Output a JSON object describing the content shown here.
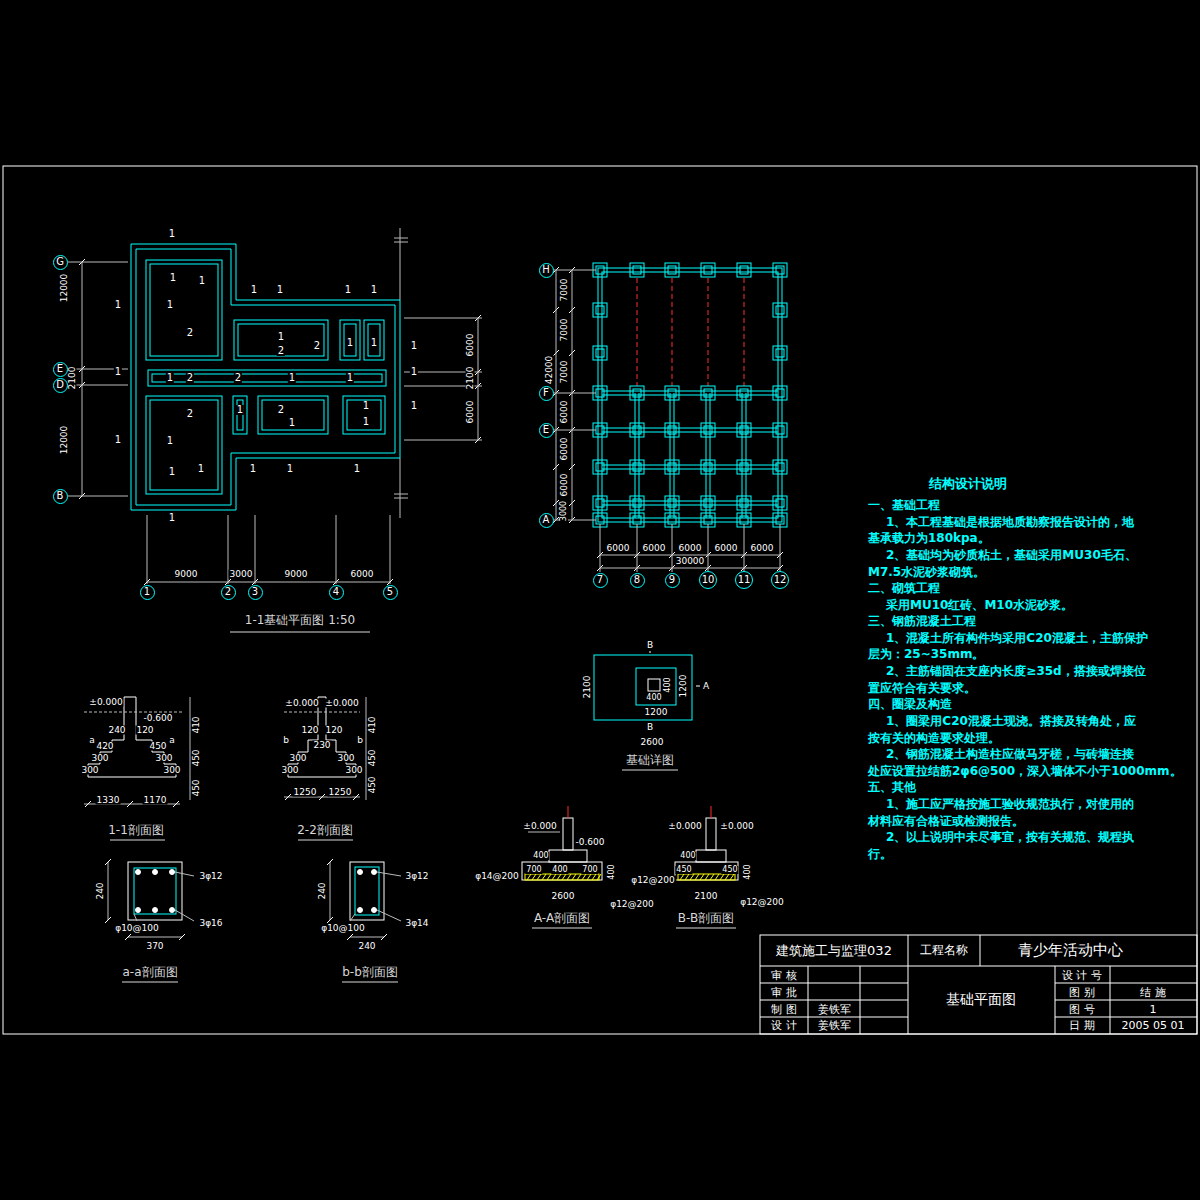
{
  "diagram": {
    "nodes": [
      {
        "text": [
          "G"
        ]
      },
      {
        "text": [
          "E"
        ]
      },
      {
        "text": [
          "D"
        ]
      },
      {
        "text": [
          "B"
        ]
      },
      {
        "text": [
          "1"
        ]
      },
      {
        "text": [
          "2"
        ]
      },
      {
        "text": [
          "3"
        ]
      },
      {
        "text": [
          "4"
        ]
      },
      {
        "text": [
          "5"
        ]
      },
      {
        "text": [
          "H"
        ]
      },
      {
        "text": [
          "F"
        ]
      },
      {
        "text": [
          "E"
        ]
      },
      {
        "text": [
          "A"
        ]
      },
      {
        "text": [
          "7"
        ]
      },
      {
        "text": [
          "8"
        ]
      },
      {
        "text": [
          "9"
        ]
      },
      {
        "text": [
          "10"
        ]
      },
      {
        "text": [
          "11"
        ]
      },
      {
        "text": [
          "12"
        ]
      }
    ],
    "labels": [
      "1",
      "1",
      "1",
      "1",
      "1",
      "1",
      "1",
      "1",
      "1",
      "1",
      "1",
      "1",
      "1",
      "1",
      "1",
      "2",
      "1",
      "2",
      "2",
      "1",
      "1",
      "1",
      "2",
      "2",
      "1",
      "1",
      "2",
      "1",
      "2",
      "1",
      "1",
      "1",
      "1",
      "1",
      "1",
      "1",
      "1",
      "1",
      "12000",
      "2100",
      "12000",
      "6000",
      "2100",
      "6000",
      "9000",
      "3000",
      "9000",
      "6000",
      "1-1基础平面图 1:50",
      "7000",
      "7000",
      "7000",
      "42000",
      "6000",
      "6000",
      "6000",
      "3000",
      "6000",
      "6000",
      "6000",
      "6000",
      "6000",
      "30000",
      "±0.000",
      "-0.600",
      "240",
      "120",
      "420",
      "450",
      "a",
      "a",
      "300",
      "300",
      "300",
      "300",
      "410",
      "450",
      "450",
      "1330",
      "1170",
      "1-1剖面图",
      "±0.000",
      "±0.000",
      "120",
      "120",
      "230",
      "b",
      "b",
      "300",
      "300",
      "300",
      "300",
      "410",
      "450",
      "450",
      "1250",
      "1250",
      "2-2剖面图",
      "3φ12",
      "3φ16",
      "φ10@100",
      "240",
      "370",
      "a-a剖面图",
      "3φ12",
      "3φ14",
      "φ10@100",
      "240",
      "240",
      "b-b剖面图",
      "B",
      "A",
      "B",
      "2100",
      "1200",
      "1200",
      "400",
      "400",
      "2600",
      "基础详图",
      "±0.000",
      "-0.600",
      "400",
      "400",
      "700",
      "700",
      "400",
      "φ14@200",
      "φ12@200",
      "2600",
      "A-A剖面图",
      "±0.000",
      "±0.000",
      "400",
      "450",
      "450",
      "400",
      "φ12@200",
      "φ12@200",
      "2100",
      "B-B剖面图",
      "结构设计说明",
      "一、基础工程",
      "1、本工程基础是根据地质勘察报告设计的，地",
      "基承载力为180kpa。",
      "2、基础均为砂质粘土，基础采用MU30毛石、",
      "M7.5水泥砂浆砌筑。",
      "二、砌筑工程",
      "采用MU10红砖、M10水泥砂浆。",
      "三、钢筋混凝土工程",
      "1、混凝土所有构件均采用C20混凝土，主筋保护",
      "层为：25~35mm。",
      "2、主筋锚固在支座内长度≥35d，搭接或焊接位",
      "置应符合有关要求。",
      "四、圈梁及构造",
      "1、圈梁用C20混凝土现浇。搭接及转角处，应",
      "按有关的构造要求处理。",
      "2、钢筋混凝土构造柱应做马牙槎，与砖墙连接",
      "处应设置拉结筋2φ6@500，深入墙体不小于1000mm。",
      "五、其他",
      "1、施工应严格按施工验收规范执行，对使用的",
      "材料应有合格证或检测报告。",
      "2、以上说明中未尽事宜，按有关规范、规程执",
      "行。",
      "建筑施工与监理032",
      "工程名称",
      "青少年活动中心",
      "审 核",
      "审 批",
      "制 图",
      "姜铁军",
      "设 计",
      "姜铁军",
      "基础平面图",
      "设 计 号",
      "图 别",
      "结 施",
      "图 号",
      "1",
      "日 期",
      "2005 05 01"
    ]
  }
}
